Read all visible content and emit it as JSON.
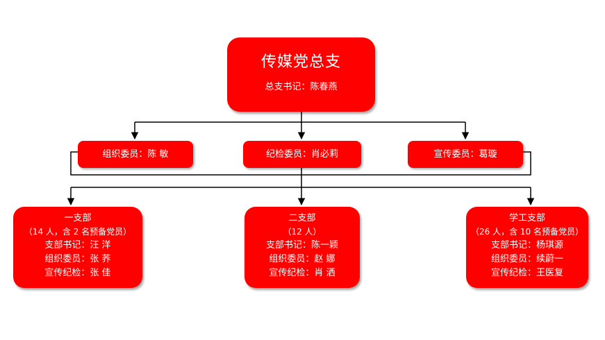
{
  "root": {
    "title": "传媒党总支",
    "secretary": "总支书记：陈春燕"
  },
  "committee": [
    {
      "label": "组织委员：陈  敏"
    },
    {
      "label": "纪检委员：肖必莉"
    },
    {
      "label": "宣传委员：葛璇"
    }
  ],
  "branches": [
    {
      "name": "一支部",
      "count": "（14 人，含 2 名预备党员）",
      "secretary": "支部书记：汪  洋",
      "organizer": "组织委员：张  荞",
      "propaganda": "宣传纪检：张  佳"
    },
    {
      "name": "二支部",
      "count": "（12 人）",
      "secretary": "支部书记：陈一颖",
      "organizer": "组织委员：赵  娜",
      "propaganda": "宣传纪检：肖  洒"
    },
    {
      "name": "学工支部",
      "count": "（26 人，含 10 名预备党员）",
      "secretary": "支部书记：杨琪源",
      "organizer": "组织委员：续蔚一",
      "propaganda": "宣传纪检：王医复"
    }
  ],
  "colors": {
    "box": "#ff0000",
    "text": "#ffffff",
    "line": "#000000"
  }
}
